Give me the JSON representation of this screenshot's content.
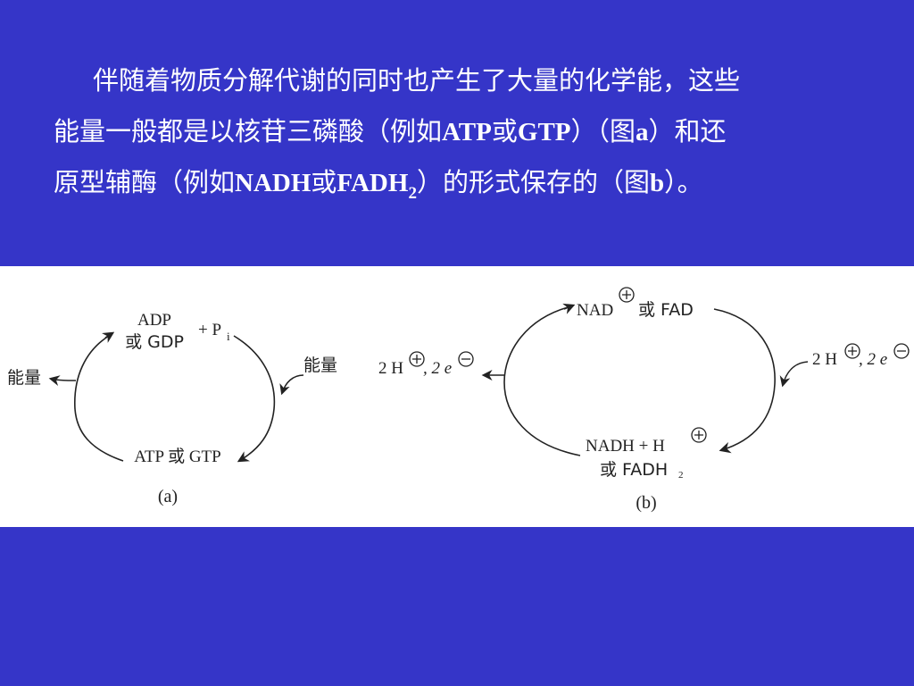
{
  "paragraph": {
    "line1": "伴随着物质分解代谢的同时也产生了大量的化学能，这些",
    "line2_a": "能量一般都是以核苷三磷酸（例如",
    "line2_atp": "ATP",
    "line2_or": "或",
    "line2_gtp": "GTP",
    "line2_b": "）（图",
    "line2_fig": "a",
    "line2_c": "）和还",
    "line3_a": "原型辅酶（例如",
    "line3_nadh": "NADH",
    "line3_or": "或",
    "line3_fadh": "FADH",
    "line3_sub": "2",
    "line3_b": "）的形式保存的（图",
    "line3_fig": "b",
    "line3_c": "）。"
  },
  "figure_a": {
    "top_line1": "ADP",
    "top_line2": "或 GDP",
    "pi_plus": "+ P",
    "pi_sub": "i",
    "bottom": "ATP 或 GTP",
    "energy_left": "能量",
    "energy_right": "能量",
    "caption": "(a)"
  },
  "figure_b": {
    "top_nad": "NAD",
    "top_or_fad": "或 FAD",
    "left_label": "2 H",
    "left_label_tail": ", 2 e",
    "right_label": "2 H",
    "right_label_tail": ", 2 e",
    "bottom_line1": "NADH + H",
    "bottom_line2": "或 FADH",
    "bottom_sub": "2",
    "caption": "(b)"
  },
  "colors": {
    "background": "#3535c8",
    "text": "#ffffff",
    "figure_bg": "#ffffff"
  }
}
